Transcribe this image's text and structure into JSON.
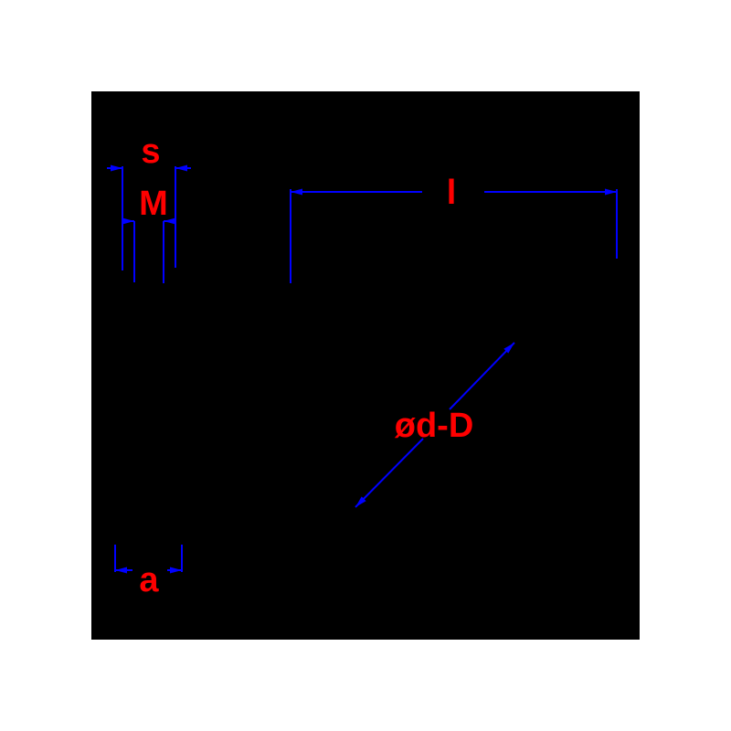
{
  "page": {
    "background": "#ffffff"
  },
  "drawing": {
    "background": "#000000",
    "line_color": "#0000ff",
    "label_color": "#ff0000",
    "labels": {
      "s": "s",
      "m": "M",
      "l": "l",
      "diameter": "ød-D",
      "a": "a"
    }
  }
}
